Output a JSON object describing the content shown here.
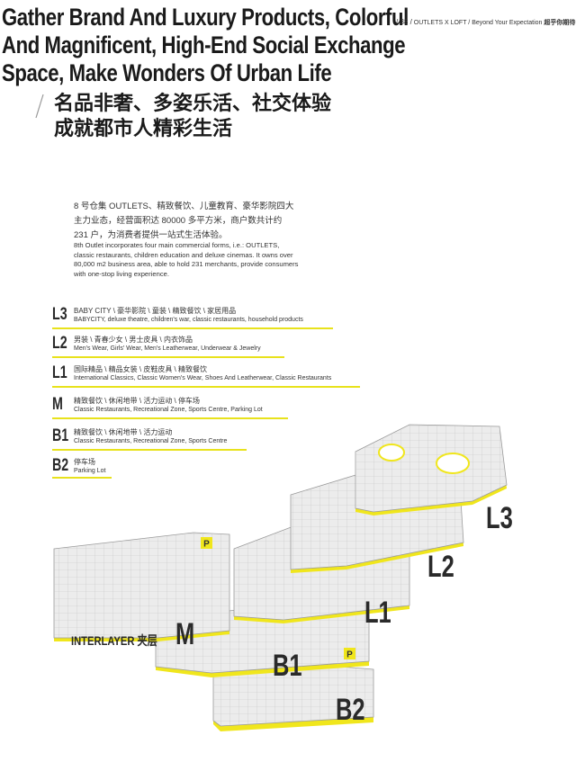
{
  "header": {
    "headline": [
      "Gather Brand And Luxury Products, Colorful",
      "And Magnificent, High-End Social Exchange",
      "Space, Make Wonders Of Urban Life"
    ],
    "page_number": "/ 38 /",
    "running_title": "OUTLETS X LOFT / Beyond Your Expectation",
    "running_title_cn": "超乎你期待"
  },
  "cn_title": [
    "名品非奢、多姿乐活、社交体验",
    "成就都市人精彩生活"
  ],
  "intro": {
    "cn": "8 号仓集 OUTLETS、精致餐饮、儿童教育、豪华影院四大主力业态，经营面积达 80000 多平方米，商户数共计约 231 户，为消费者提供一站式生活体验。",
    "en": "8th Outlet incorporates four main commercial forms, i.e.: OUTLETS, classic restaurants, children education and deluxe cinemas. It owns over 80,000 m2 business area, able to hold 231 merchants, provide consumers with one-stop living experience."
  },
  "floors": [
    {
      "code": "L3",
      "cn": "BABY CITY \\ 豪华影院 \\ 童装 \\ 精致餐饮 \\ 家居用品",
      "en": "BABYCITY, deluxe theatre, children's war, classic restaurants, household products"
    },
    {
      "code": "L2",
      "cn": "男装 \\ 青春少女 \\ 男士皮具 \\ 内衣饰品",
      "en": "Men's Wear, Girls' Wear, Men's Leatherwear, Underwear & Jewelry"
    },
    {
      "code": "L1",
      "cn": "国际精品 \\ 精品女装 \\ 皮鞋皮具 \\ 精致餐饮",
      "en": "International Classics, Classic Women's Wear, Shoes And Leatherwear, Classic Restaurants"
    },
    {
      "code": "M",
      "cn": "精致餐饮 \\ 休闲地带 \\ 活力运动 \\ 停车场",
      "en": " Classic Restaurants, Recreational Zone, Sports Centre, Parking Lot"
    },
    {
      "code": "B1",
      "cn": "精致餐饮 \\ 休闲地带 \\ 活力运动",
      "en": "Classic Restaurants, Recreational Zone, Sports Centre"
    },
    {
      "code": "B2",
      "cn": "停车场",
      "en": "Parking Lot"
    }
  ],
  "map": {
    "labels": {
      "l3": "L3",
      "l2": "L2",
      "l1": "L1",
      "m": "M",
      "b1": "B1",
      "b2": "B2",
      "interlayer": "INTERLAYER 夹层"
    },
    "parking_icon": "P",
    "accent": "#f0e61c",
    "plan_fill": "#ececec",
    "plan_stroke": "#9a9a9a"
  }
}
